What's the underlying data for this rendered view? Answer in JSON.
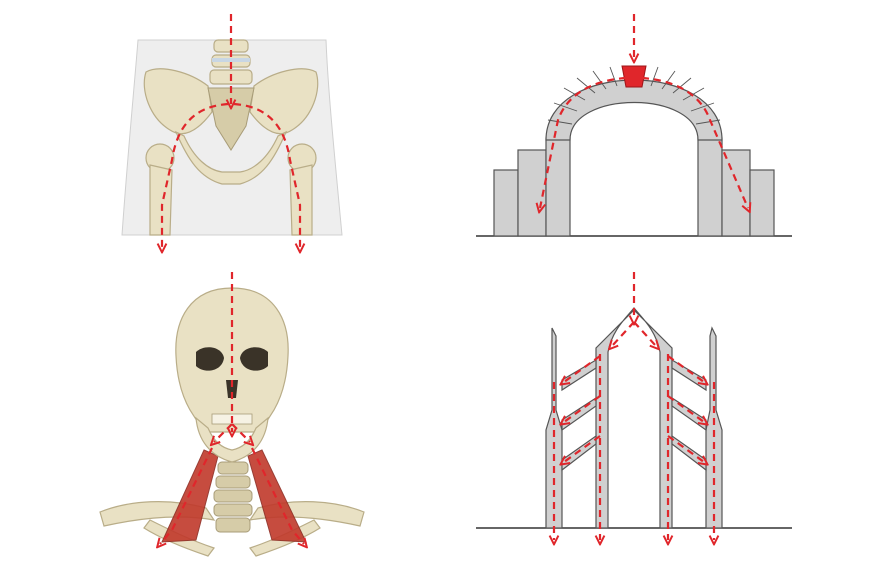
{
  "panels": [
    {
      "id": "pelvis",
      "subject": "pelvis-bone-arch"
    },
    {
      "id": "stone-arch",
      "subject": "masonry-arch-with-keystone"
    },
    {
      "id": "skull-neck",
      "subject": "skull-and-neck-muscles"
    },
    {
      "id": "gothic",
      "subject": "gothic-cathedral-flying-buttresses"
    }
  ],
  "colors": {
    "force": "#e0262b",
    "keystone": "#e0262b",
    "bone": "#e9e1c4",
    "stone": "#d0d0d0",
    "muscle": "#c0392b"
  },
  "icons": [
    "force-arrow-icon"
  ]
}
